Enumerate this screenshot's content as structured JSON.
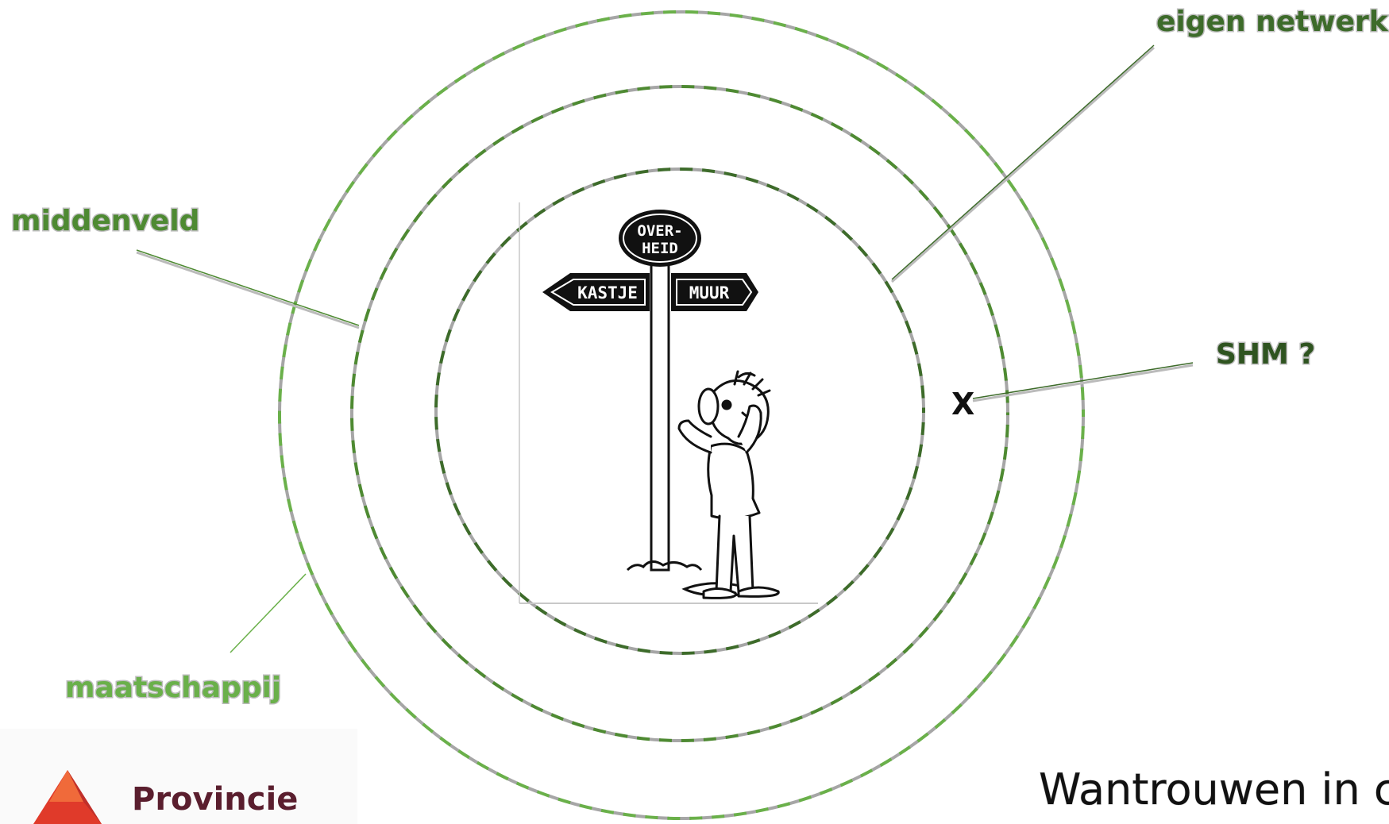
{
  "labels": {
    "eigen_netwerk": "eigen netwerk",
    "middenveld": "middenveld",
    "shm": "SHM ?",
    "maatschappij": "maatschappij",
    "x_marker": "X"
  },
  "sign": {
    "top": "OVER-",
    "top2": "HEID",
    "left": "KASTJE",
    "right": "MUUR"
  },
  "caption": "Wantrouwen in c",
  "logo": {
    "name": "Provincie",
    "icon": "triangle-logo-icon"
  },
  "colors": {
    "dark_green": "#3d6b2a",
    "mid_green": "#4e8a32",
    "light_green": "#6ab04a",
    "gray": "#a6a6a6",
    "logo_red": "#e03a2a",
    "logo_text": "#5a1e2e"
  }
}
